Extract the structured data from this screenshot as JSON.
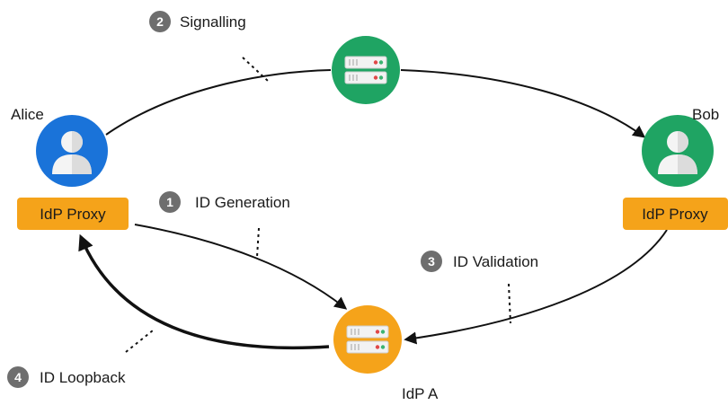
{
  "nodes": {
    "alice": {
      "label": "Alice",
      "color": "#1a73d9"
    },
    "bob": {
      "label": "Bob",
      "color": "#1fa463"
    },
    "signalling_server": {
      "color": "#1fa463"
    },
    "idp_server": {
      "label": "IdP A",
      "color": "#f5a31a"
    }
  },
  "proxies": {
    "alice": {
      "label": "IdP Proxy",
      "color": "#f5a31a"
    },
    "bob": {
      "label": "IdP Proxy",
      "color": "#f5a31a"
    }
  },
  "steps": [
    {
      "number": "1",
      "label": "ID Generation"
    },
    {
      "number": "2",
      "label": "Signalling"
    },
    {
      "number": "3",
      "label": "ID Validation"
    },
    {
      "number": "4",
      "label": "ID Loopback"
    }
  ],
  "badge_color": "#6e6e6e",
  "line_color": "#111111"
}
